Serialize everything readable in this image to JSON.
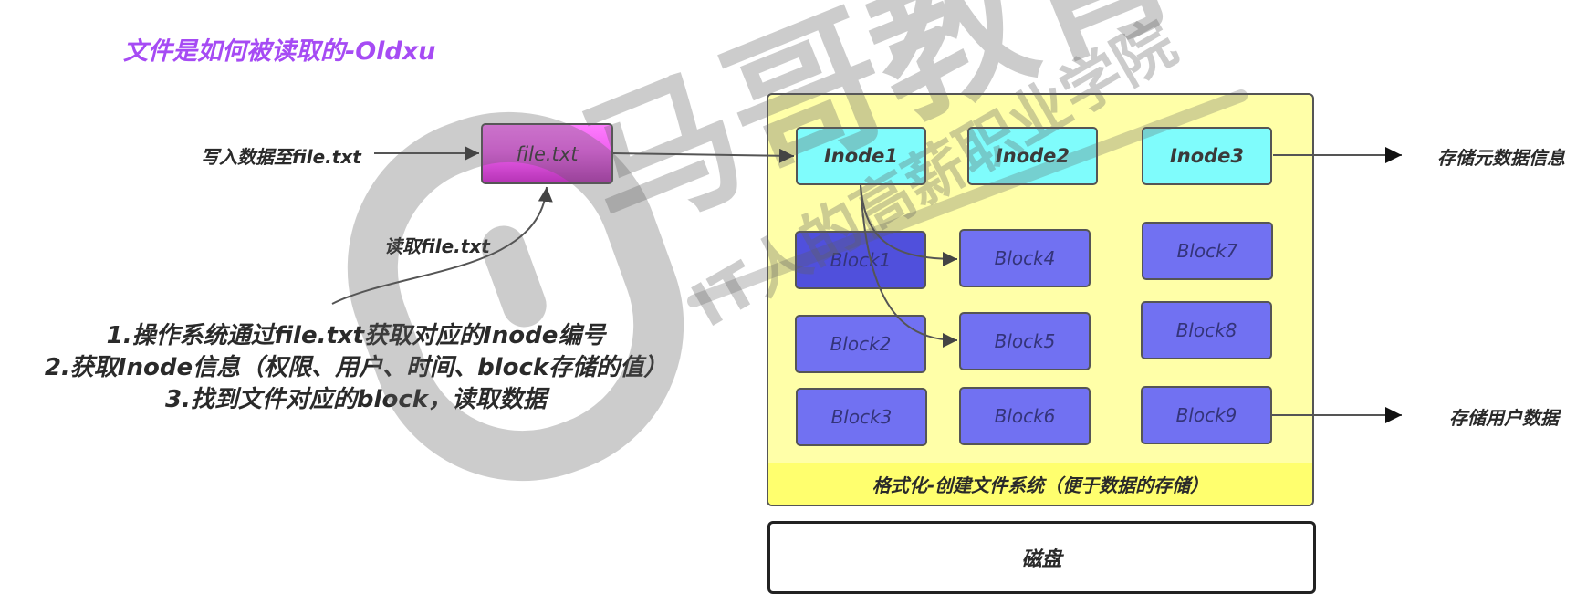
{
  "title": "文件是如何被读取的-Oldxu",
  "flow": {
    "write_label": "写入数据至file.txt",
    "file_label": "file.txt",
    "read_label": "读取file.txt"
  },
  "steps": [
    "1.操作系统通过file.txt获取对应的Inode编号",
    "2.获取Inode信息（权限、用户、时间、block存储的值）",
    "3.找到文件对应的block，读取数据"
  ],
  "filesystem": {
    "label": "格式化-创建文件系统（便于数据的存储）",
    "inodes": [
      "Inode1",
      "Inode2",
      "Inode3"
    ],
    "blocks": [
      "Block1",
      "Block2",
      "Block3",
      "Block4",
      "Block5",
      "Block6",
      "Block7",
      "Block8",
      "Block9"
    ]
  },
  "annotations": {
    "metadata": "存储元数据信息",
    "user_data": "存储用户数据"
  },
  "disk": {
    "label": "磁盘"
  },
  "watermark": {
    "brand": "马哥教育",
    "slogan": "IT人的高薪职业学院"
  },
  "colors": {
    "title": "#a64bf4",
    "file_box": "#ee60ee",
    "inode": "#7ffcfc",
    "block": "#7171f2",
    "panel": "#ffffa8",
    "panel_footer": "#ffff6e"
  }
}
